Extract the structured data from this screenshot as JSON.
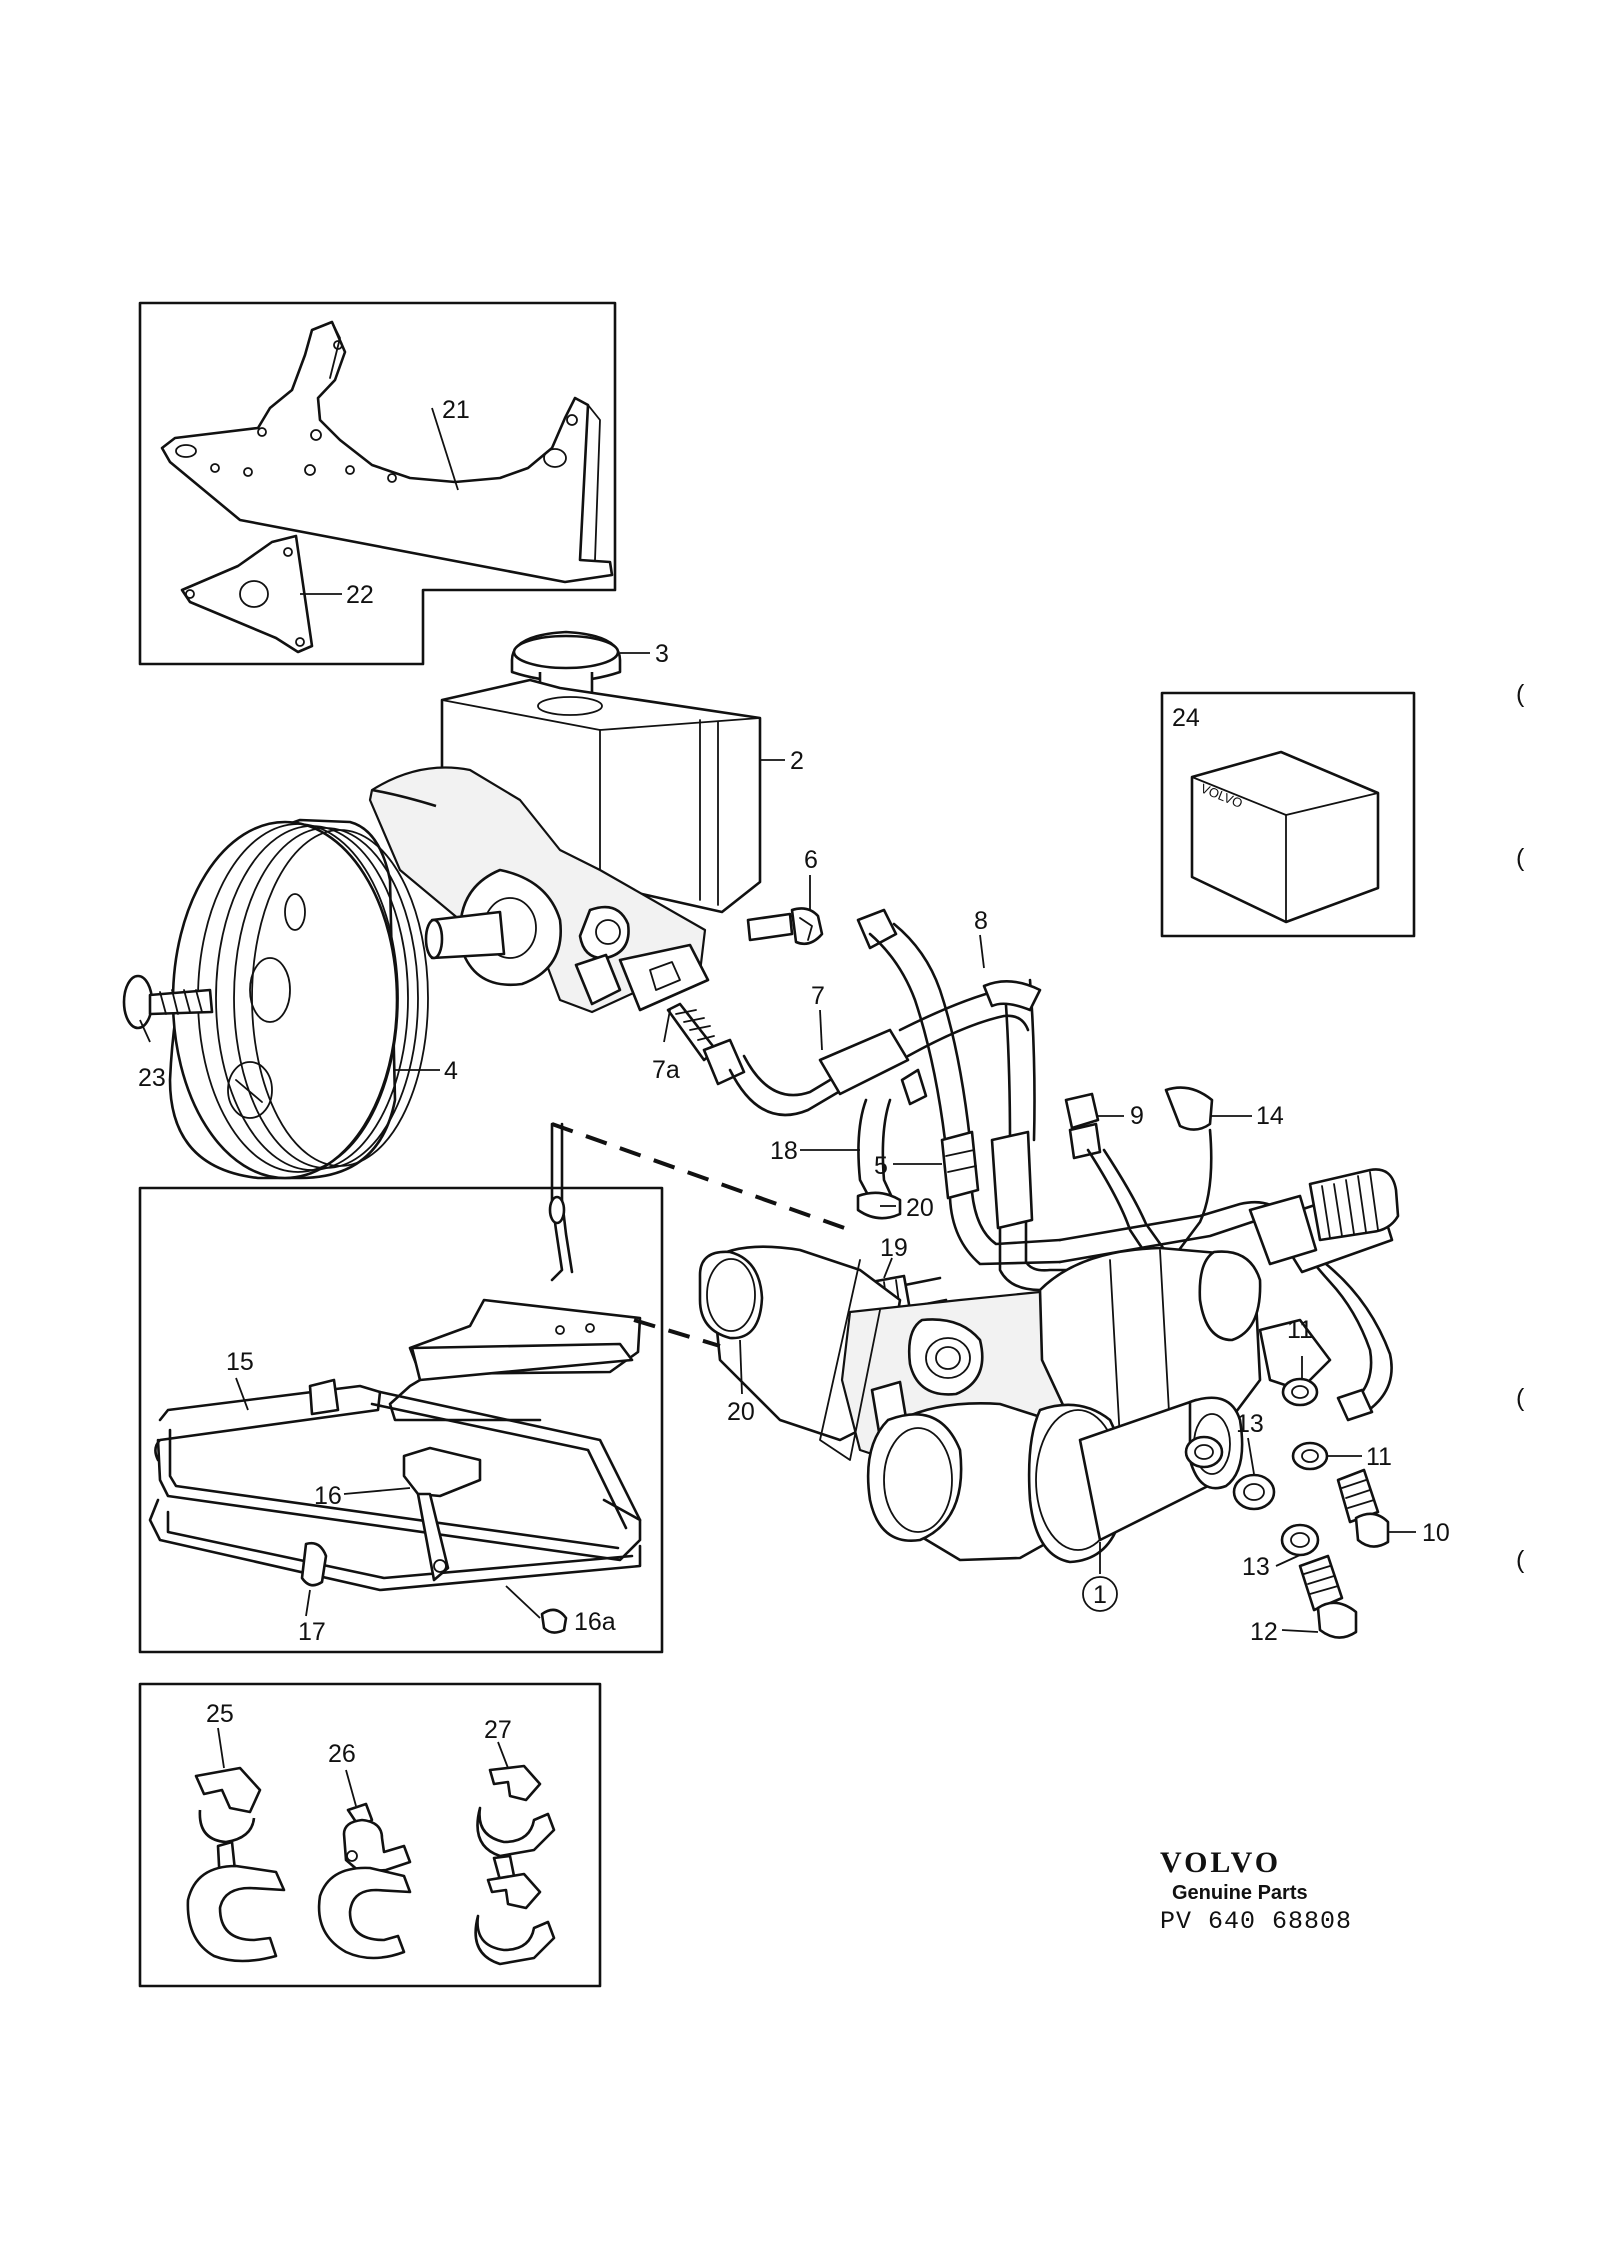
{
  "callouts": {
    "c1": "1",
    "c2": "2",
    "c3": "3",
    "c4": "4",
    "c5": "5",
    "c6": "6",
    "c7": "7",
    "c7a": "7a",
    "c8": "8",
    "c9": "9",
    "c10": "10",
    "c11a": "11",
    "c11b": "11",
    "c12": "12",
    "c13a": "13",
    "c13b": "13",
    "c14": "14",
    "c15": "15",
    "c16": "16",
    "c16a": "16a",
    "c17": "17",
    "c18": "18",
    "c19": "19",
    "c20a": "20",
    "c20b": "20",
    "c21": "21",
    "c22": "22",
    "c23": "23",
    "c24": "24",
    "c25": "25",
    "c26": "26",
    "c27": "27"
  },
  "box_label": "VOLVO",
  "brand": {
    "logo": "VOLVO",
    "subtitle": "Genuine Parts",
    "code": "PV 640 68808"
  },
  "margin_marks": [
    "(",
    "(",
    "(",
    "("
  ]
}
